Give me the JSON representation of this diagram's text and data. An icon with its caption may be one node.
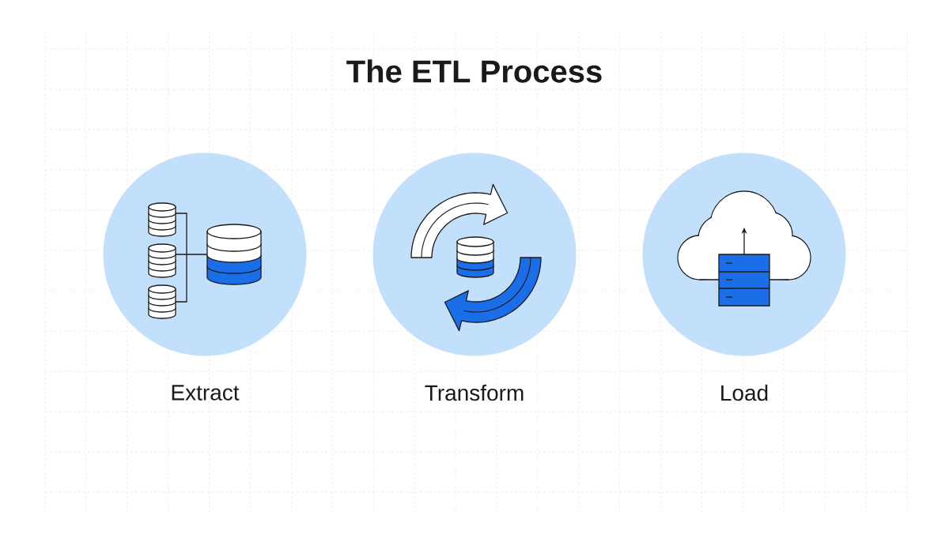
{
  "diagram": {
    "title": "The ETL Process",
    "nodes": [
      {
        "text": [
          "Extract"
        ]
      },
      {
        "text": [
          "Transform"
        ]
      },
      {
        "text": [
          "Load"
        ]
      }
    ]
  }
}
